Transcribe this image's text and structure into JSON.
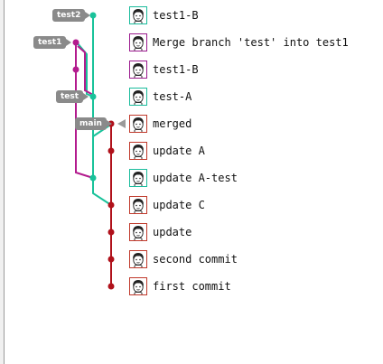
{
  "colors": {
    "main": "#b0111b",
    "test": "#19c29a",
    "test1": "#b31b8e",
    "tag_bg": "#8a8a8a",
    "tag_text": "#ffffff"
  },
  "branch_tags": [
    {
      "name": "test2"
    },
    {
      "name": "test1"
    },
    {
      "name": "test"
    },
    {
      "name": "main"
    }
  ],
  "commits": [
    {
      "message": "test1-B",
      "avatar": "user-avatar-icon",
      "avatar_color": "teal"
    },
    {
      "message": "Merge branch 'test' into test1",
      "avatar": "user-avatar-icon",
      "avatar_color": "purple"
    },
    {
      "message": "test1-B",
      "avatar": "user-avatar-icon",
      "avatar_color": "purple"
    },
    {
      "message": "test-A",
      "avatar": "user-avatar-icon",
      "avatar_color": "teal"
    },
    {
      "message": "merged",
      "avatar": "user-avatar-icon",
      "avatar_color": "red"
    },
    {
      "message": "update A",
      "avatar": "user-avatar-icon",
      "avatar_color": "red"
    },
    {
      "message": "update A-test",
      "avatar": "user-avatar-icon",
      "avatar_color": "teal"
    },
    {
      "message": "update C",
      "avatar": "user-avatar-icon",
      "avatar_color": "red"
    },
    {
      "message": "update",
      "avatar": "user-avatar-icon",
      "avatar_color": "red"
    },
    {
      "message": "second commit",
      "avatar": "user-avatar-icon",
      "avatar_color": "red"
    },
    {
      "message": "first commit",
      "avatar": "user-avatar-icon",
      "avatar_color": "red"
    }
  ]
}
